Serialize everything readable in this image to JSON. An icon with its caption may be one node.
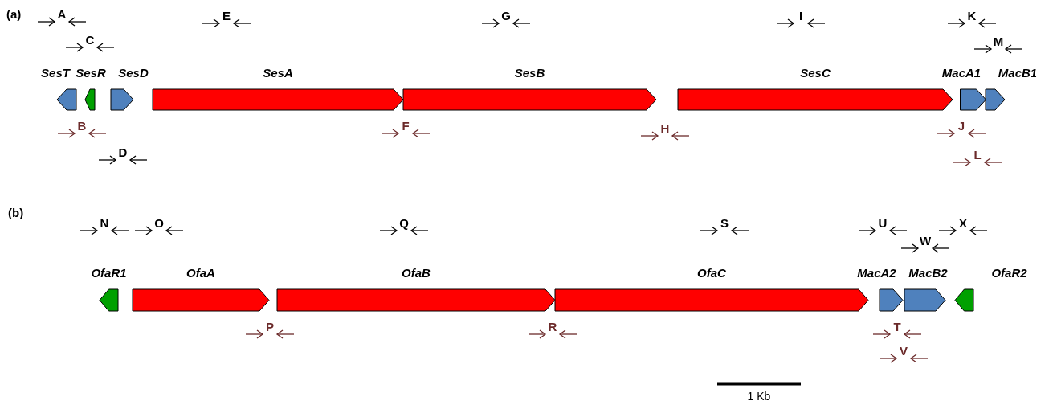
{
  "diagram": {
    "nodes": [
      {
        "text": [
          "SesT"
        ]
      },
      {
        "text": [
          "SesR"
        ]
      },
      {
        "text": [
          "SesD"
        ]
      },
      {
        "text": [
          "SesA"
        ]
      },
      {
        "text": [
          "SesB"
        ]
      },
      {
        "text": [
          "SesC"
        ]
      },
      {
        "text": [
          "MacA1"
        ]
      },
      {
        "text": [
          "MacB1"
        ]
      },
      {
        "text": [
          "OfaR1"
        ]
      },
      {
        "text": [
          "OfaA"
        ]
      },
      {
        "text": [
          "OfaB"
        ]
      },
      {
        "text": [
          "OfaC"
        ]
      },
      {
        "text": [
          "MacA2"
        ]
      },
      {
        "text": [
          "MacB2"
        ]
      },
      {
        "text": [
          "OfaR2"
        ]
      }
    ],
    "labels": [
      "(a)",
      "A",
      "E",
      "G",
      "I",
      "K",
      "C",
      "M",
      "B",
      "F",
      "H",
      "J",
      "D",
      "L",
      "(b)",
      "N",
      "O",
      "Q",
      "S",
      "U",
      "X",
      "W",
      "P",
      "R",
      "T",
      "V",
      "1 Kb"
    ]
  }
}
